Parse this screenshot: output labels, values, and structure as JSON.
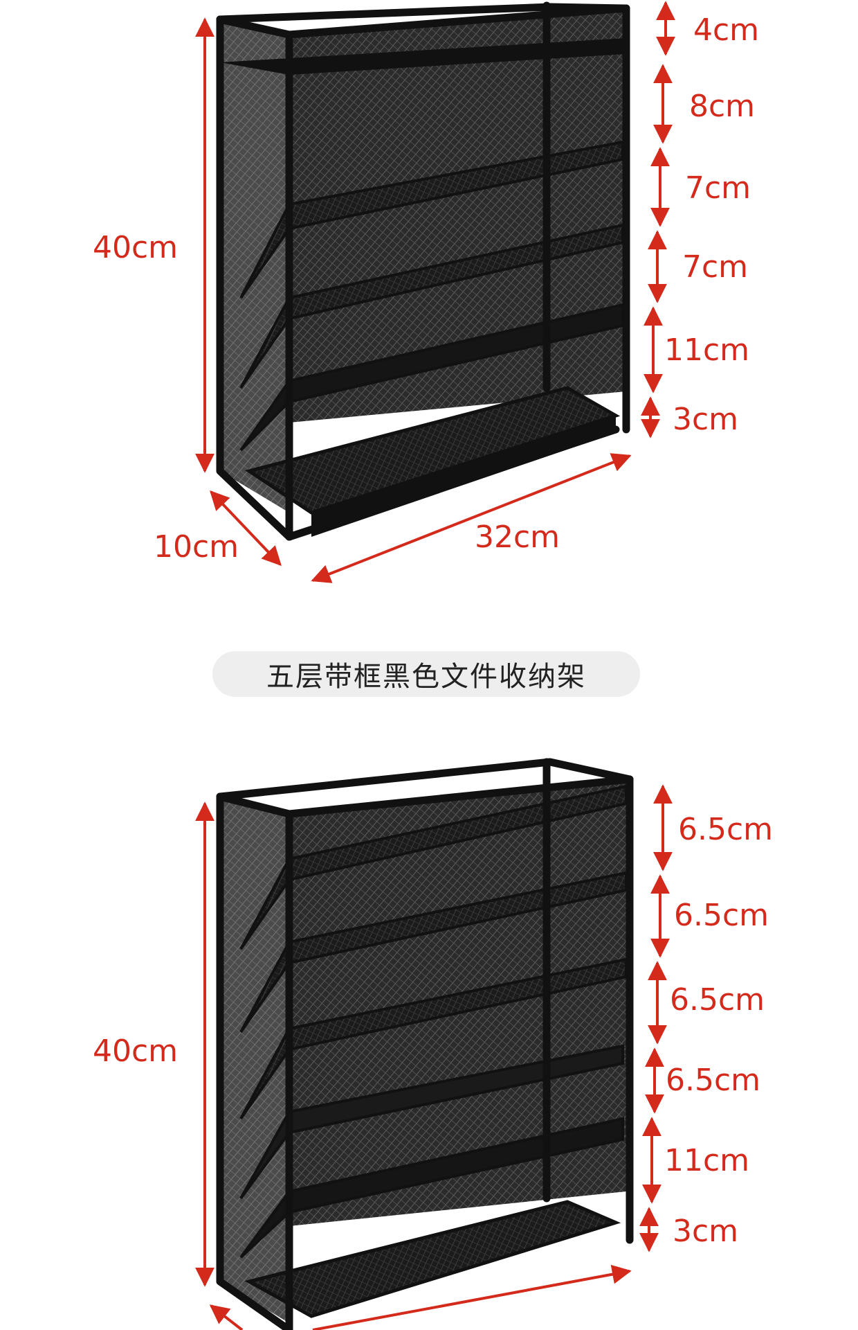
{
  "colors": {
    "dimension": "#d42a1c",
    "frame": "#111111",
    "mesh": "#2b2b2b",
    "pill": "#eeeeee",
    "title": "#222222"
  },
  "caption": "五层带框黑色文件收纳架",
  "products": [
    {
      "id": "rack_top",
      "height_label": "40cm",
      "depth_label": "10cm",
      "width_label": "32cm",
      "gaps": [
        "4cm",
        "8cm",
        "7cm",
        "7cm",
        "11cm",
        "3cm"
      ]
    },
    {
      "id": "rack_bottom",
      "height_label": "40cm",
      "gaps": [
        "6.5cm",
        "6.5cm",
        "6.5cm",
        "6.5cm",
        "11cm",
        "3cm"
      ]
    }
  ]
}
